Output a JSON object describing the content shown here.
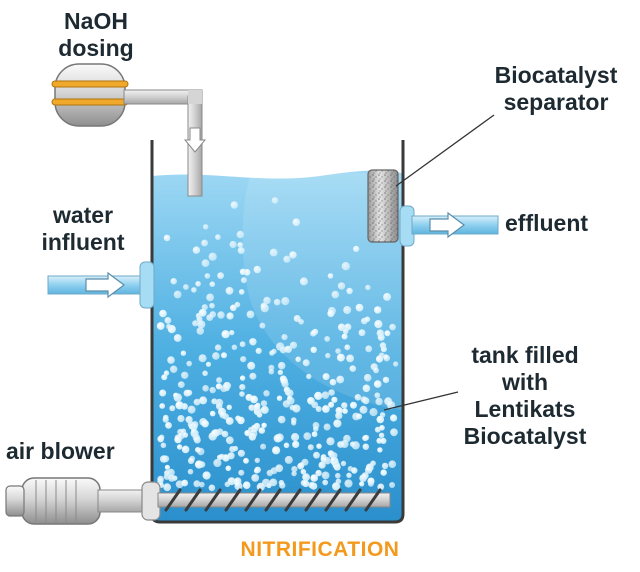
{
  "labels": {
    "naoh_line1": "NaOH",
    "naoh_line2": "dosing",
    "separator_line1": "Biocatalyst",
    "separator_line2": "separator",
    "water_line1": "water",
    "water_line2": "influent",
    "effluent": "effluent",
    "tank_line1": "tank filled",
    "tank_line2": "with",
    "tank_line3": "Lentikats",
    "tank_line4": "Biocatalyst",
    "air_blower": "air blower"
  },
  "caption": "NITRIFICATION",
  "colors": {
    "water_light": "#aee0f7",
    "water_dark": "#2f95d0",
    "pipe_blue": "#8fd0ef",
    "caption": "#f39a1e",
    "label_text": "#1e2a32"
  }
}
